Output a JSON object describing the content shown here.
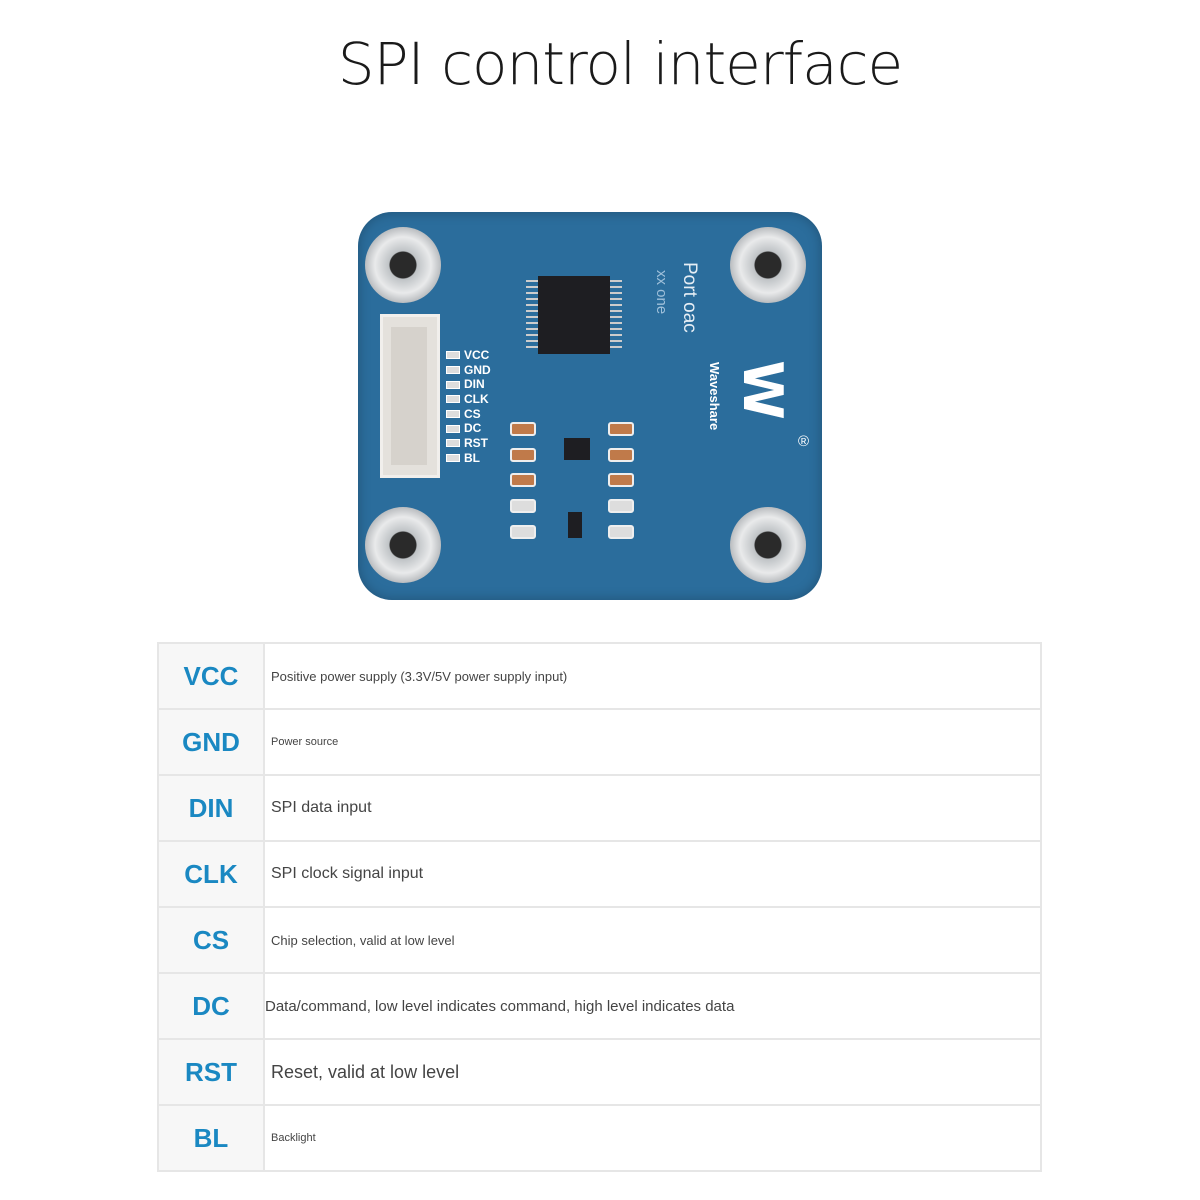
{
  "title": "SPI control interface",
  "board": {
    "pin_labels": [
      "VCC",
      "GND",
      "DIN",
      "CLK",
      "CS",
      "DC",
      "RST",
      "BL"
    ],
    "silkscreen_1": "Port oac",
    "silkscreen_2": "xx one",
    "brand": "Waveshare",
    "logo": "W",
    "registered": "®",
    "colors": {
      "pcb": "#2b6d9c",
      "label": "#1a88c2"
    }
  },
  "pins": [
    {
      "name": "VCC",
      "desc": "Positive power supply (3.3V/5V power supply input)"
    },
    {
      "name": "GND",
      "desc": "Power source"
    },
    {
      "name": "DIN",
      "desc": "SPI data input"
    },
    {
      "name": "CLK",
      "desc": "SPI clock signal input"
    },
    {
      "name": "CS",
      "desc": "Chip selection, valid at low level"
    },
    {
      "name": "DC",
      "desc": "Data/command, low level indicates command, high level indicates data"
    },
    {
      "name": "RST",
      "desc": "Reset, valid at low level"
    },
    {
      "name": "BL",
      "desc": "Backlight"
    }
  ]
}
